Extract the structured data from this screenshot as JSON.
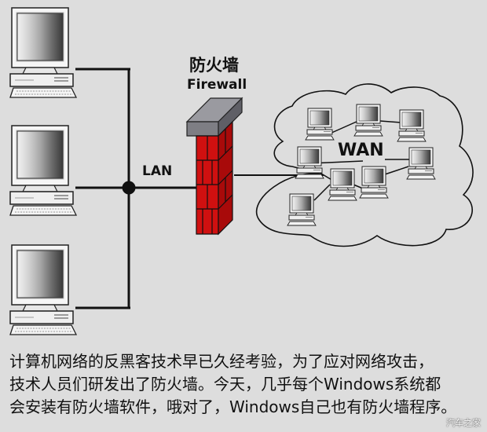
{
  "labels": {
    "firewall_cn": "防火墙",
    "firewall_en": "Firewall",
    "lan": "LAN",
    "wan": "WAN"
  },
  "caption": {
    "line1": "计算机网络的反黑客技术早已久经考验，为了应对网络攻击，",
    "line2": "技术人员们研发出了防火墙。今天，几乎每个Windows系统都",
    "line3": "会安装有防火墙软件，哦对了，Windows自己也有防火墙程序。"
  },
  "watermark": "汽车之家",
  "colors": {
    "background": "#dddddd",
    "brick": "#cc1111",
    "firewall_cap": "#8a8a8e",
    "lines": "#111111"
  },
  "icons": {
    "lan_computer": "desktop-computer-icon",
    "wan_computer": "desktop-computer-icon",
    "firewall": "brick-wall-icon",
    "wan_cloud": "cloud-outline-icon"
  }
}
